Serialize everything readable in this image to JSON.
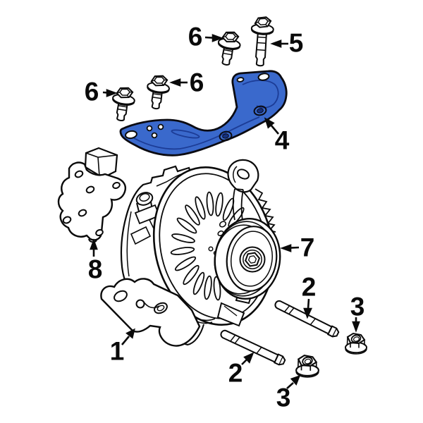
{
  "diagram": {
    "background_color": "#ffffff",
    "line_color": "#0a0a0a",
    "highlight_color": "#3a69cc",
    "highlight_shade_color": "#1c3c96"
  },
  "callouts": [
    {
      "id": "bolt-short-top",
      "label": "6"
    },
    {
      "id": "bolt-long",
      "label": "5"
    },
    {
      "id": "bolt-short-left",
      "label": "6"
    },
    {
      "id": "bolt-short-middle",
      "label": "6"
    },
    {
      "id": "upper-bracket-highlighted",
      "label": "4"
    },
    {
      "id": "side-bracket",
      "label": "8"
    },
    {
      "id": "pulley",
      "label": "7"
    },
    {
      "id": "alternator-mount",
      "label": "1"
    },
    {
      "id": "stud-upper",
      "label": "2"
    },
    {
      "id": "stud-lower",
      "label": "2"
    },
    {
      "id": "flange-nut-upper",
      "label": "3"
    },
    {
      "id": "flange-nut-lower",
      "label": "3"
    }
  ]
}
